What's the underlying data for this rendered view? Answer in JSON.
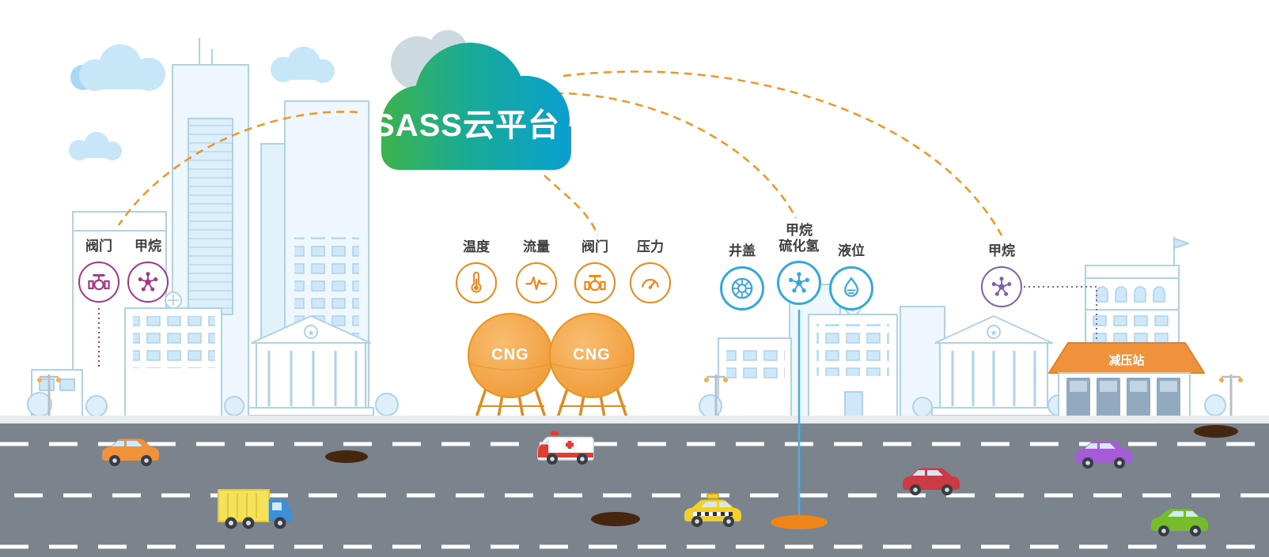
{
  "palette": {
    "link_orange": "#f29322",
    "sensor_orange": "#f08519",
    "sensor_blue": "#35a7de",
    "sensor_magenta": "#a8338c",
    "sensor_purple": "#7a5fb5",
    "cloud_green": "#3db24d",
    "cloud_blue": "#0a9fd0",
    "tank_orange": "#f09a33",
    "road_gray": "#7b838c",
    "skyline_blue": "#aed2ea"
  },
  "cloud": {
    "label": "SASS云平台"
  },
  "groups": {
    "city": {
      "sensors": [
        {
          "label": "阀门"
        },
        {
          "label": "甲烷"
        }
      ]
    },
    "cng": {
      "sensors": [
        {
          "label": "温度"
        },
        {
          "label": "流量"
        },
        {
          "label": "阀门"
        },
        {
          "label": "压力"
        }
      ]
    },
    "pipeline": {
      "sensors": [
        {
          "label": "井盖"
        },
        {
          "label": "甲烷",
          "label2": "硫化氢"
        },
        {
          "label": "液位"
        }
      ]
    },
    "station": {
      "sensors": [
        {
          "label": "甲烷"
        }
      ]
    }
  },
  "tanks": {
    "label": "CNG"
  },
  "station": {
    "label": "减压站"
  }
}
